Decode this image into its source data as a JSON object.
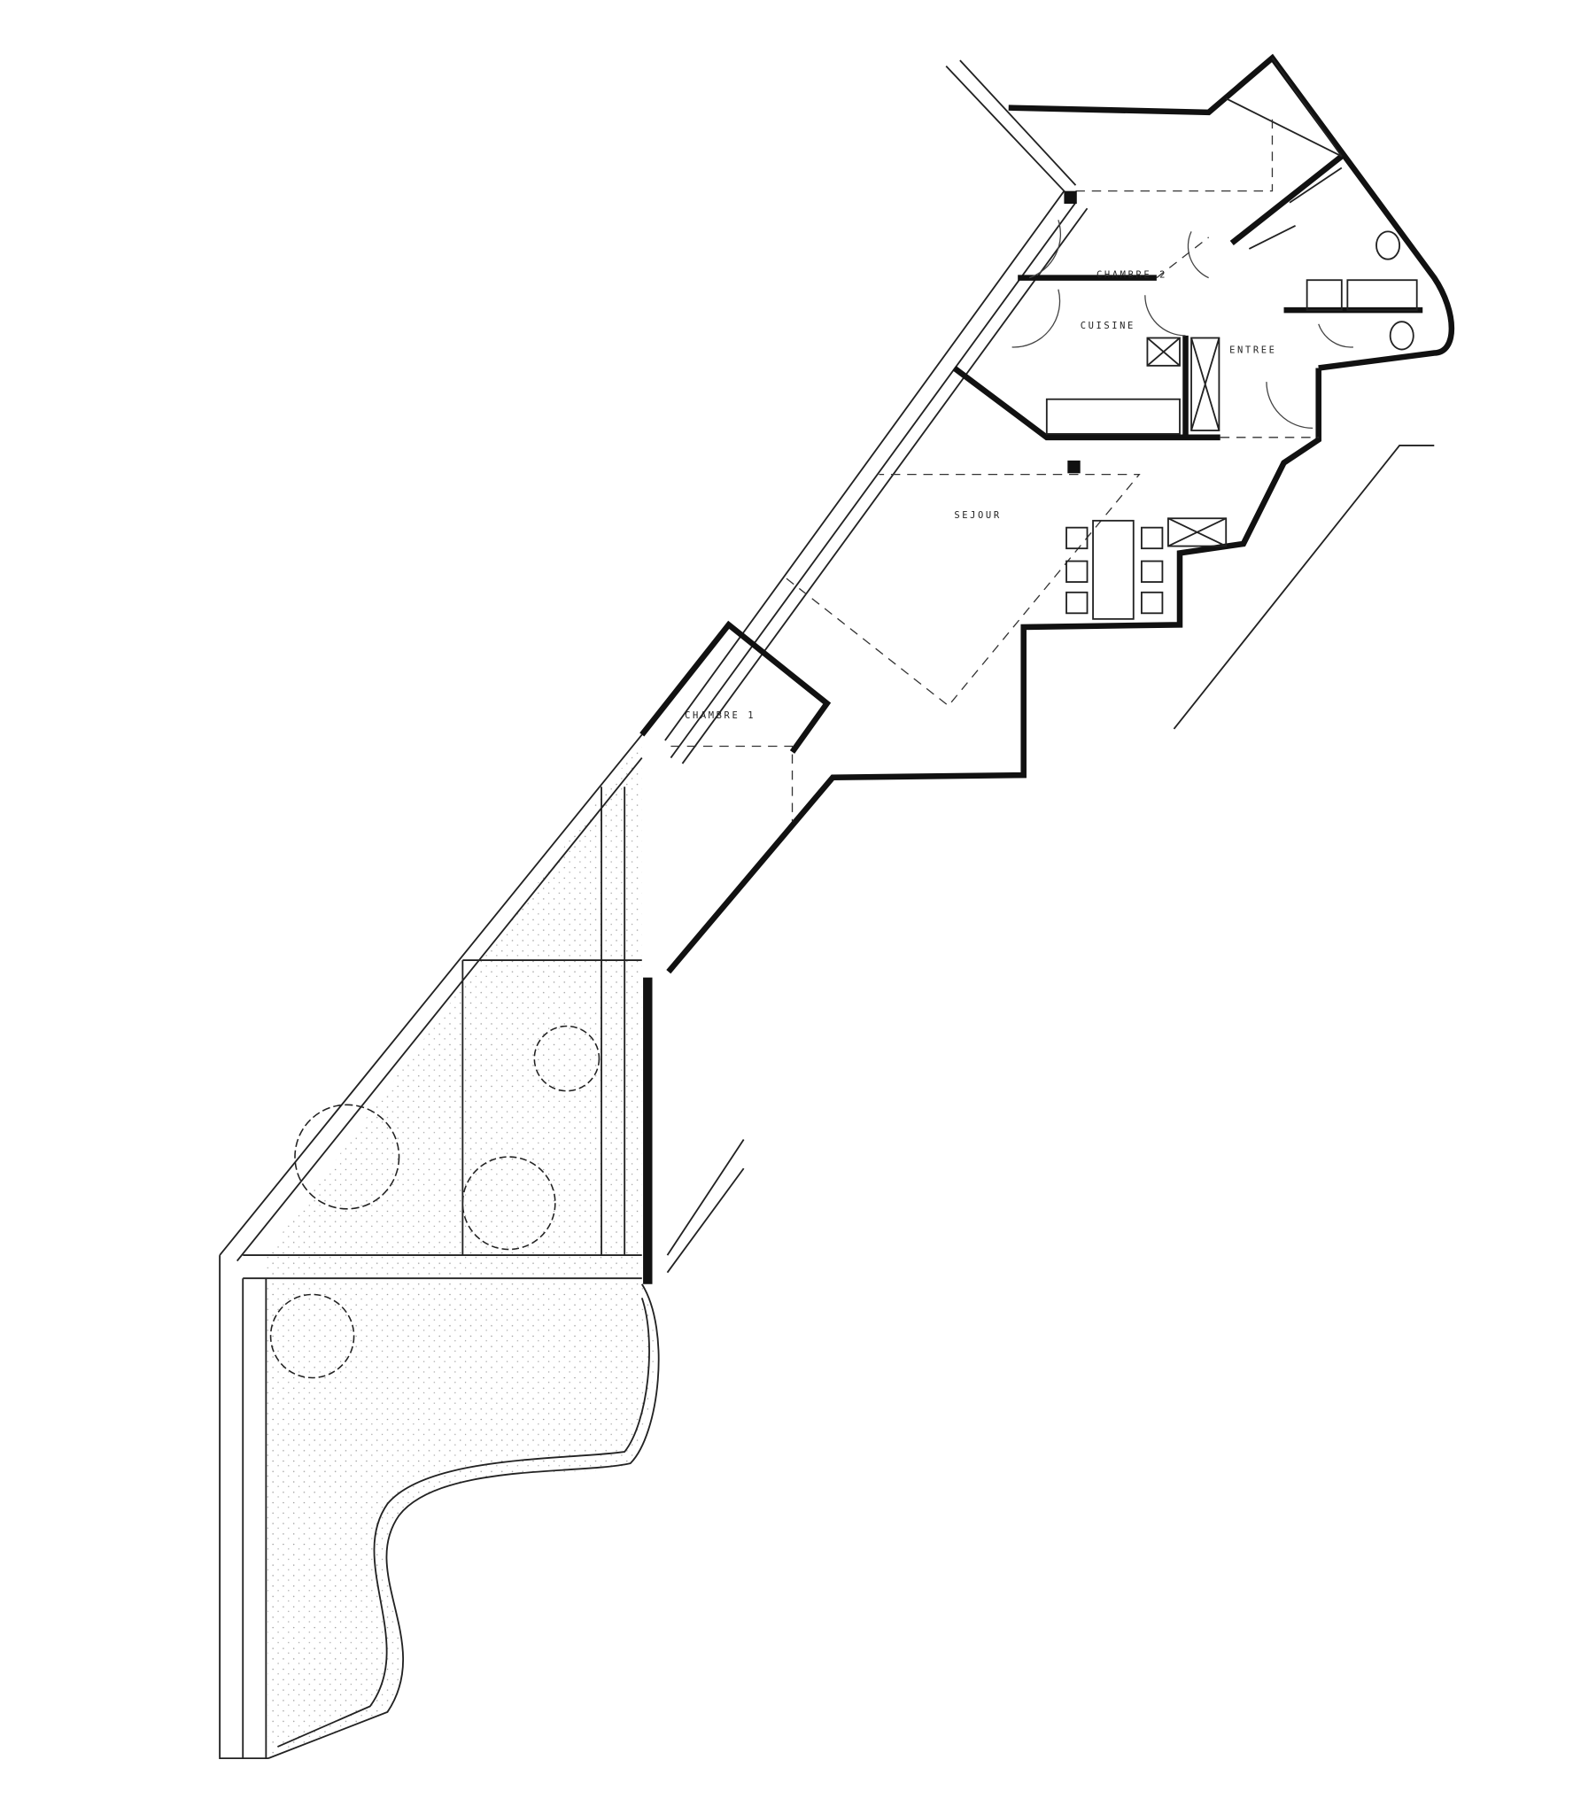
{
  "plan": {
    "rooms": {
      "chambre2": "CHAMBRE 2",
      "cuisine": "CUISINE",
      "entree": "ENTREE",
      "sejour": "SEJOUR",
      "chambre1": "CHAMBRE 1"
    }
  },
  "colors": {
    "ink": "#111111",
    "paper": "#ffffff",
    "gravel": "#9a9a9a"
  }
}
